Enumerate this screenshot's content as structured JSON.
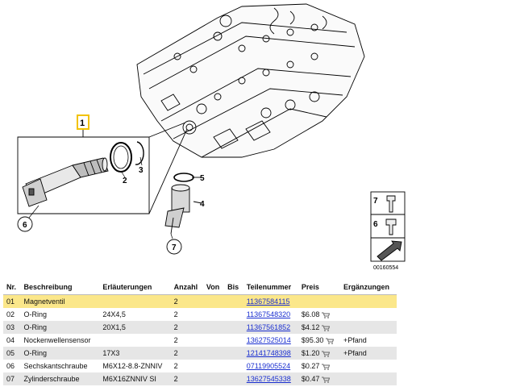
{
  "diagram": {
    "image_code": "00160554",
    "callouts": [
      "1",
      "2",
      "3",
      "4",
      "5",
      "6",
      "7"
    ],
    "fastener_legend": [
      "7",
      "6"
    ]
  },
  "table": {
    "headers": {
      "nr": "Nr.",
      "beschreibung": "Beschreibung",
      "erlaeuterungen": "Erläuterungen",
      "anzahl": "Anzahl",
      "von": "Von",
      "bis": "Bis",
      "teilenummer": "Teilenummer",
      "preis": "Preis",
      "ergaenzungen": "Ergänzungen"
    },
    "rows": [
      {
        "nr": "01",
        "beschreibung": "Magnetventil",
        "erlaeuterungen": "",
        "anzahl": "2",
        "von": "",
        "bis": "",
        "teilenummer": "11367584115",
        "preis": "",
        "cart": false,
        "ergaenzungen": ""
      },
      {
        "nr": "02",
        "beschreibung": "O-Ring",
        "erlaeuterungen": "24X4,5",
        "anzahl": "2",
        "von": "",
        "bis": "",
        "teilenummer": "11367548320",
        "preis": "$6.08",
        "cart": true,
        "ergaenzungen": ""
      },
      {
        "nr": "03",
        "beschreibung": "O-Ring",
        "erlaeuterungen": "20X1,5",
        "anzahl": "2",
        "von": "",
        "bis": "",
        "teilenummer": "11367561852",
        "preis": "$4.12",
        "cart": true,
        "ergaenzungen": ""
      },
      {
        "nr": "04",
        "beschreibung": "Nockenwellensensor",
        "erlaeuterungen": "",
        "anzahl": "2",
        "von": "",
        "bis": "",
        "teilenummer": "13627525014",
        "preis": "$95.30",
        "cart": true,
        "ergaenzungen": "+Pfand"
      },
      {
        "nr": "05",
        "beschreibung": "O-Ring",
        "erlaeuterungen": "17X3",
        "anzahl": "2",
        "von": "",
        "bis": "",
        "teilenummer": "12141748398",
        "preis": "$1.20",
        "cart": true,
        "ergaenzungen": "+Pfand"
      },
      {
        "nr": "06",
        "beschreibung": "Sechskantschraube",
        "erlaeuterungen": "M6X12-8.8-ZNNIV",
        "anzahl": "2",
        "von": "",
        "bis": "",
        "teilenummer": "07119905524",
        "preis": "$0.27",
        "cart": true,
        "ergaenzungen": ""
      },
      {
        "nr": "07",
        "beschreibung": "Zylinderschraube",
        "erlaeuterungen": "M6X16ZNNIV SI",
        "anzahl": "2",
        "von": "",
        "bis": "",
        "teilenummer": "13627545338",
        "preis": "$0.47",
        "cart": true,
        "ergaenzungen": ""
      }
    ]
  },
  "colors": {
    "highlight_row": "#fbe78a",
    "stripe_row": "#e6e6e6",
    "link": "#1a2fd0",
    "callout_highlight": "#f2c200"
  }
}
